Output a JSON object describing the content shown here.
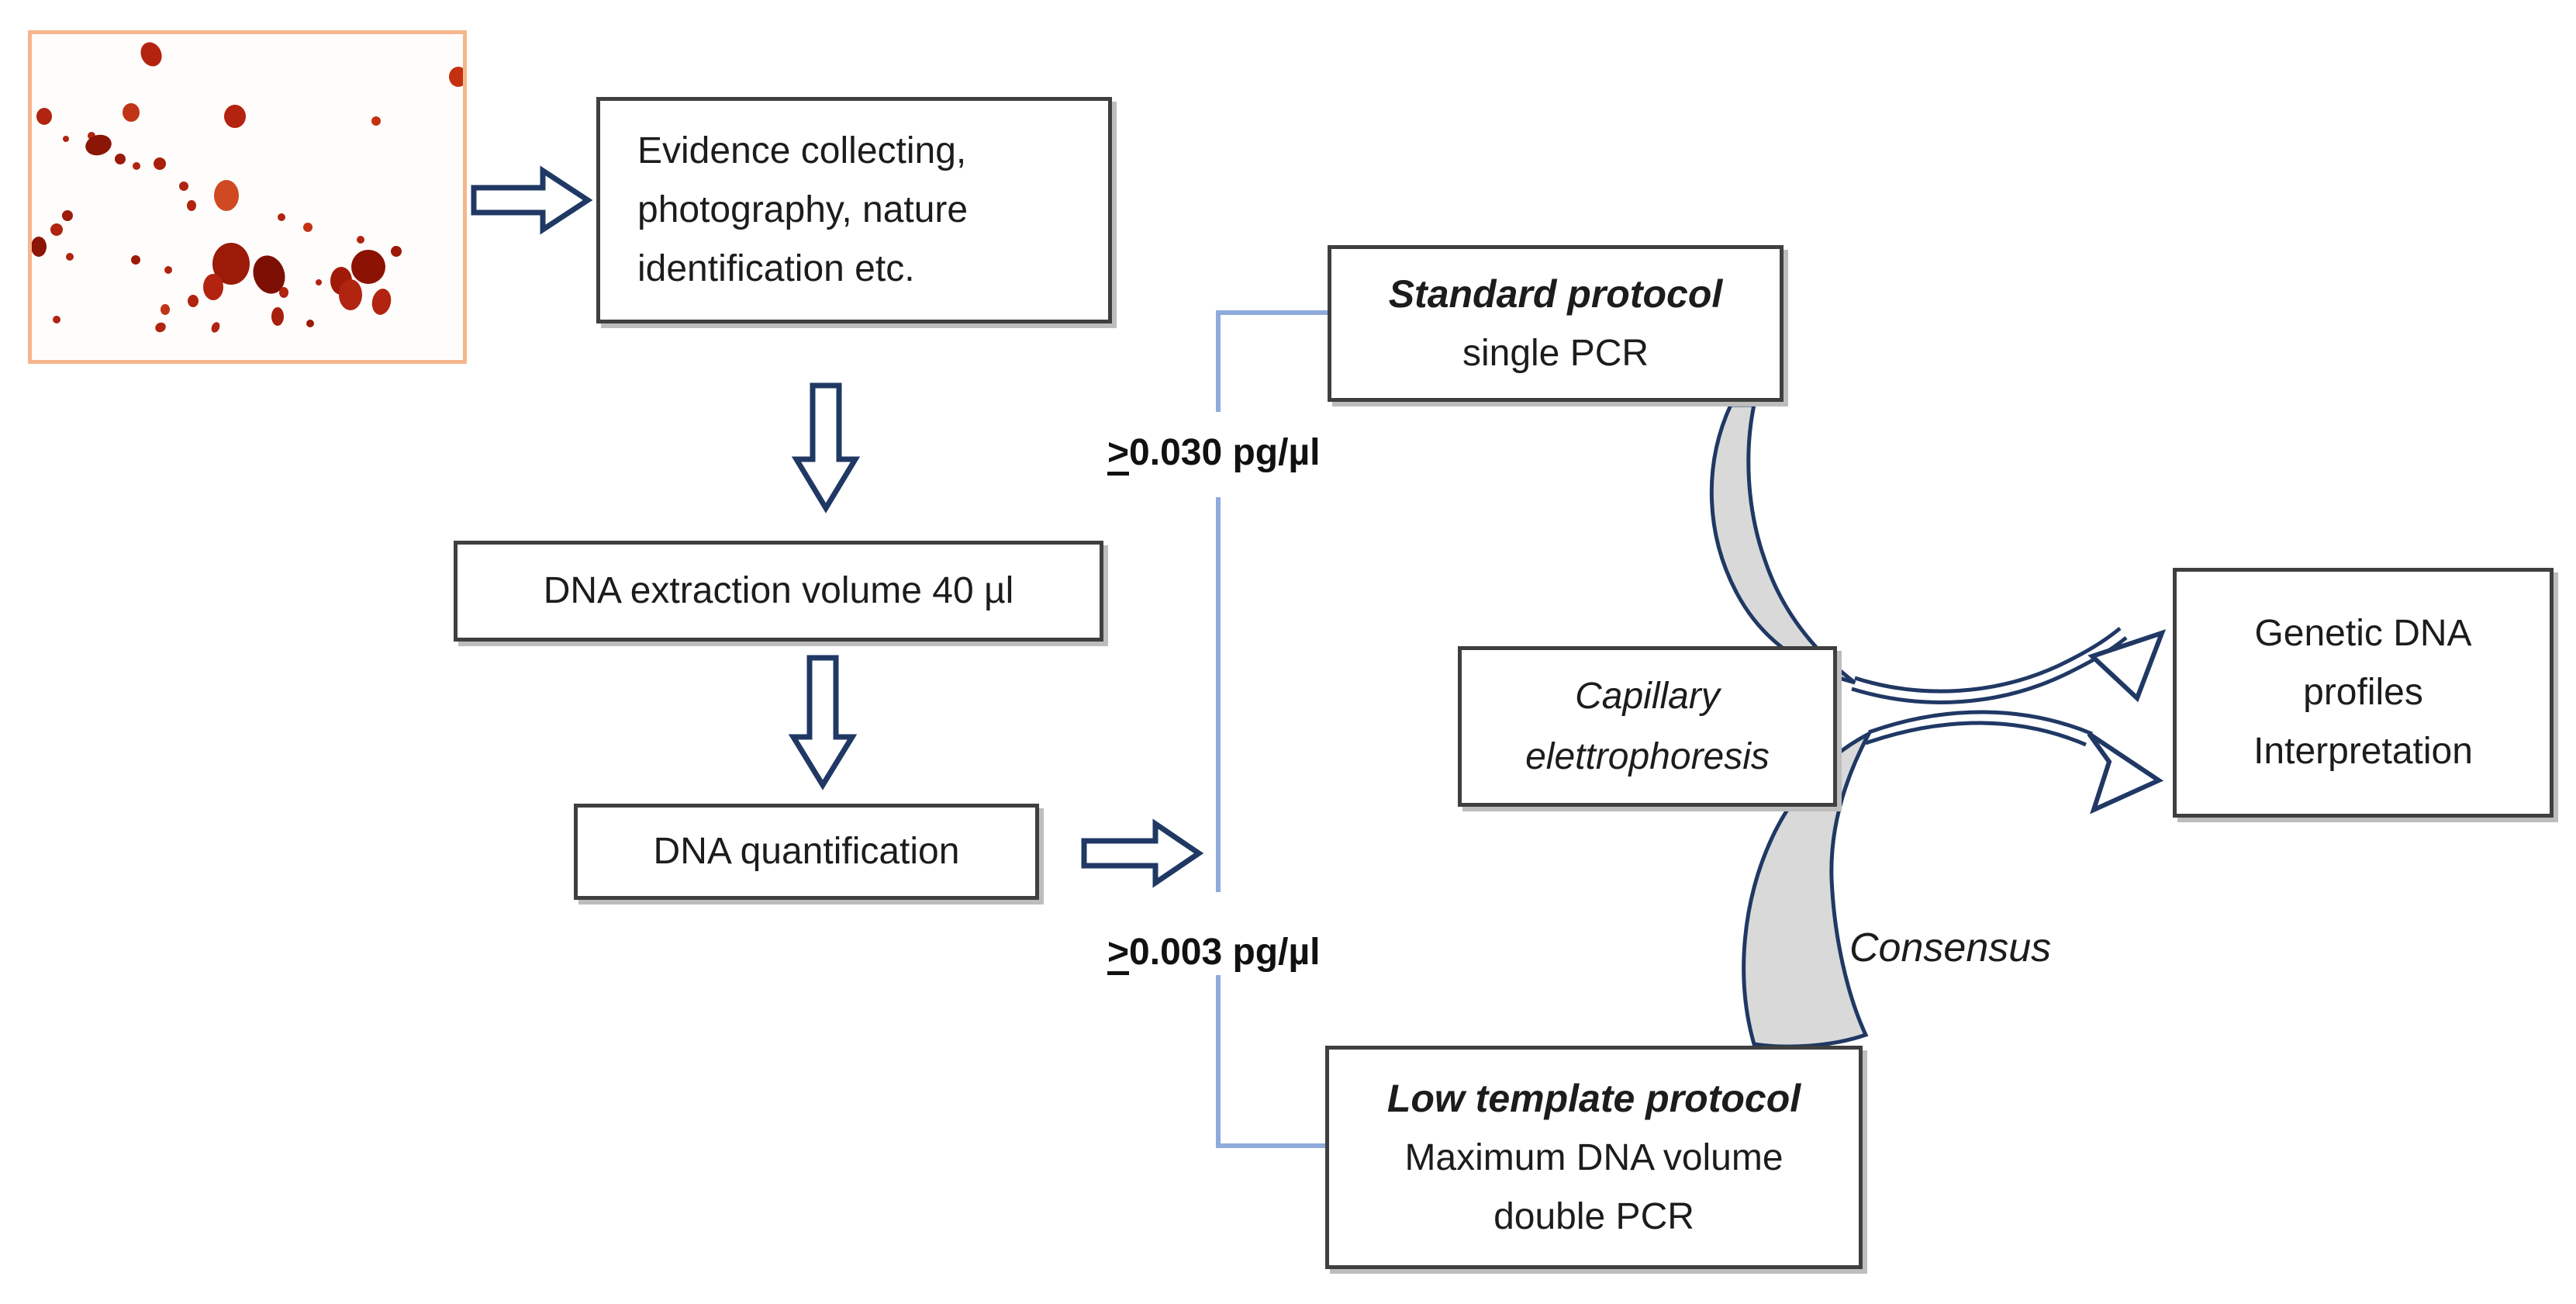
{
  "flowchart": {
    "boxes": {
      "evidence": {
        "lines": [
          "Evidence collecting,",
          "photography, nature",
          "identification etc."
        ]
      },
      "extraction": {
        "label": "DNA extraction volume 40 µl"
      },
      "quantification": {
        "label": "DNA quantification"
      },
      "standard_protocol": {
        "title": "Standard protocol",
        "subtitle": "single PCR"
      },
      "capillary": {
        "line1": "Capillary",
        "line2": "elettrophoresis"
      },
      "low_template": {
        "title": "Low template protocol",
        "line2": "Maximum DNA volume",
        "line3": "double PCR"
      },
      "genetic": {
        "lines": [
          "Genetic DNA",
          "profiles",
          "Interpretation"
        ]
      }
    },
    "thresholds": {
      "high": {
        "symbol": ">",
        "value": "0.030 pg/µl"
      },
      "low": {
        "symbol": ">",
        "value": "0.003 pg/µl"
      }
    },
    "consensus_label": "Consensus",
    "colors": {
      "navy": "#203864",
      "light_blue": "#8faadc",
      "gray_fill": "#d9d9d9",
      "box_border": "#3f3f3f",
      "blood_border": "#f6b68c",
      "blood_red": "#b02410"
    }
  }
}
